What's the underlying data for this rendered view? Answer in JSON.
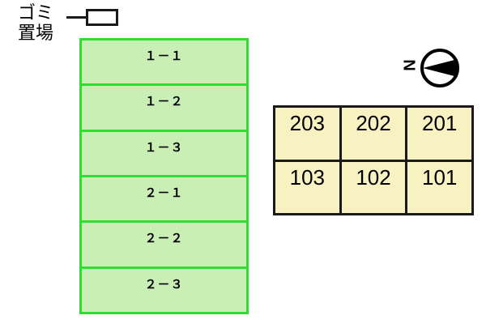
{
  "figure": {
    "title_text": "",
    "background_color": "#ffffff"
  },
  "garbage_area": {
    "label_line1": "ゴミ",
    "label_line2": "置場",
    "box_border_color": "#1a1a1a",
    "leader_line_color": "#1a1a1a"
  },
  "building": {
    "fill_color": "#c9eeb6",
    "border_color": "#2fdc2f",
    "units": [
      {
        "label": "１－１"
      },
      {
        "label": "１－２"
      },
      {
        "label": "１－３"
      },
      {
        "label": "２－１"
      },
      {
        "label": "２－２"
      },
      {
        "label": "２－３"
      }
    ]
  },
  "parking_grid": {
    "fill_color": "#f8f1c2",
    "border_color": "#1a1a1a",
    "rows": [
      {
        "cells": [
          {
            "label": "203"
          },
          {
            "label": "202"
          },
          {
            "label": "201"
          }
        ]
      },
      {
        "cells": [
          {
            "label": "103"
          },
          {
            "label": "102"
          },
          {
            "label": "101"
          }
        ]
      }
    ]
  },
  "compass": {
    "letter": "N",
    "icon_name": "north-arrow-icon",
    "color": "#000000"
  }
}
